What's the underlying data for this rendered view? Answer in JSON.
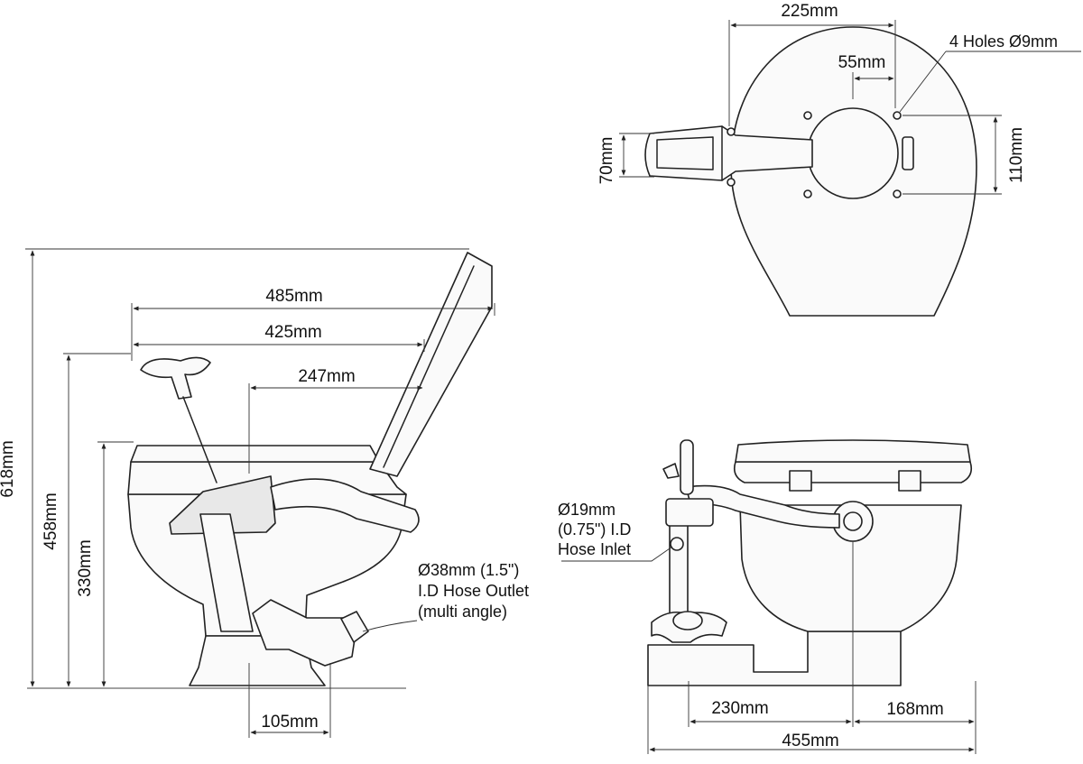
{
  "diagram": {
    "top_view": {
      "width_label": "225mm",
      "bolt_spacing_label": "55mm",
      "holes_label": "4 Holes Ø9mm",
      "height_label": "110mm",
      "pedestal_width_label": "70mm"
    },
    "side_view": {
      "total_height_label": "618mm",
      "seat_height_label": "458mm",
      "bowl_rim_height_label": "330mm",
      "total_depth_label": "485mm",
      "bowl_depth_label": "425mm",
      "pump_offset_label": "247mm",
      "outlet_offset_label": "105mm",
      "outlet_note": [
        "Ø38mm (1.5\")",
        "I.D Hose Outlet",
        "(multi angle)"
      ]
    },
    "front_view": {
      "inlet_note": [
        "Ø19mm",
        "(0.75\") I.D",
        "Hose Inlet"
      ],
      "left_base_label": "230mm",
      "right_base_label": "168mm",
      "total_width_label": "455mm"
    }
  }
}
